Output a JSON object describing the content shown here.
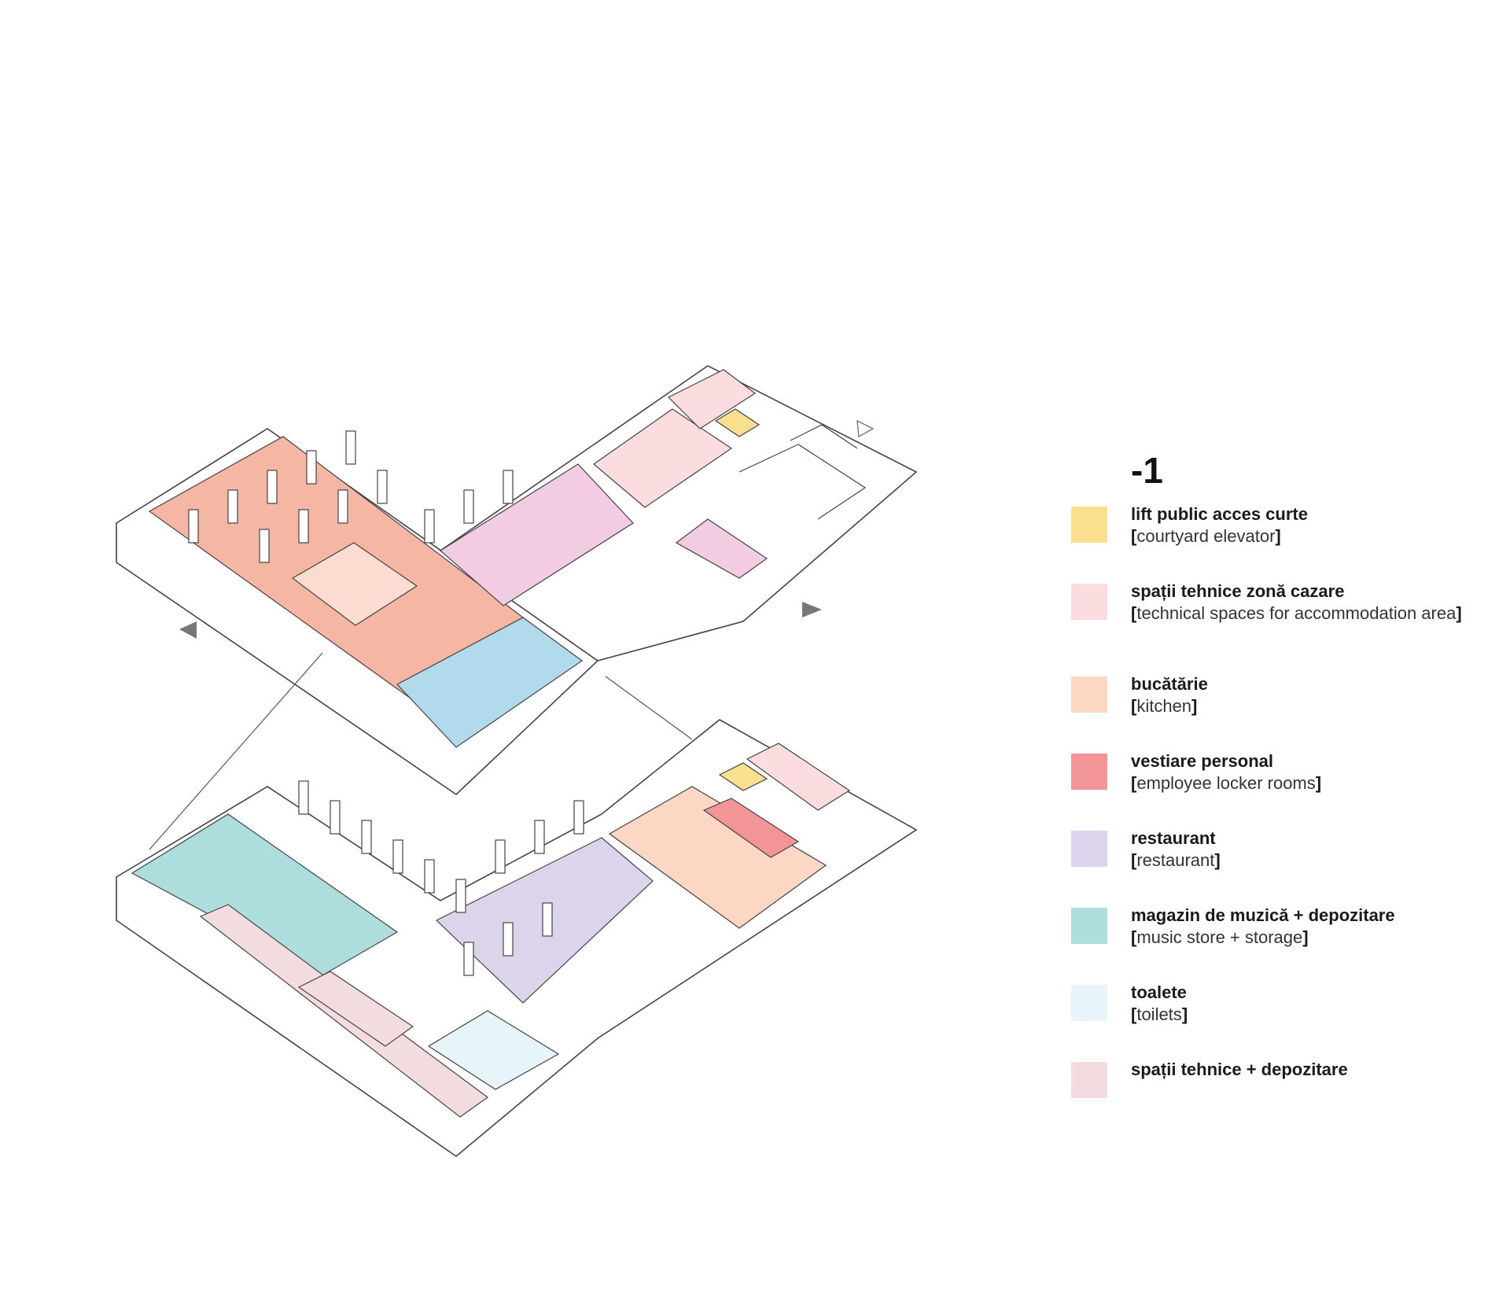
{
  "legend": {
    "level": "-1",
    "items": [
      {
        "name": "lift public acces curte",
        "translation": "courtyard elevator",
        "color": "#F9DF8E"
      },
      {
        "name": "spații tehnice zonă cazare",
        "translation": "technical spaces for accommodation area",
        "color": "#FBDDE0"
      },
      {
        "name": "bucătărie",
        "translation": "kitchen",
        "color": "#FCD8C4"
      },
      {
        "name": "vestiare personal",
        "translation": "employee locker rooms",
        "color": "#F39597"
      },
      {
        "name": "restaurant",
        "translation": "restaurant",
        "color": "#DCD4EA"
      },
      {
        "name": "magazin de muzică + depozitare",
        "translation": "music store + storage",
        "color": "#AEDDDD"
      },
      {
        "name": "toalete",
        "translation": "toilets",
        "color": "#E7F5FA"
      },
      {
        "name": "spații tehnice + depozitare",
        "translation": "",
        "color": "#F2DCE0"
      }
    ]
  },
  "colors": {
    "upper_hall": "#F5B7A4",
    "upper_blue": "#B1DAEC",
    "upper_pink": "#F1CCE2",
    "restaurant": "#DCD4EA",
    "music": "#AEDDDD",
    "kitchen": "#FCD8C4",
    "locker": "#F39597",
    "toilets": "#E7F5FA",
    "tech_storage": "#F2DCE0",
    "tech_accom": "#FBDDE0",
    "elevator": "#F9DF8E",
    "line": "#444444",
    "arrow": "#777777"
  }
}
